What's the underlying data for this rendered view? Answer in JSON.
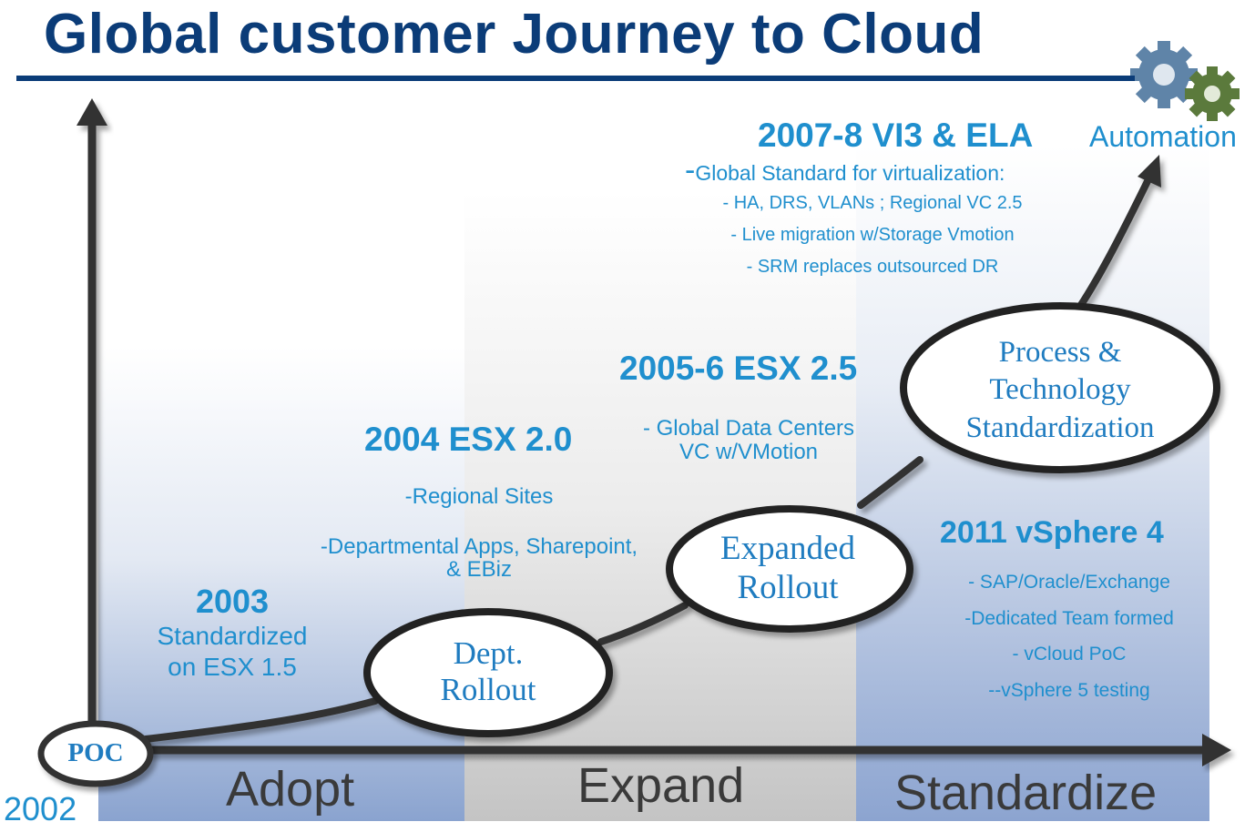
{
  "title": "Global customer Journey to Cloud",
  "phases": {
    "adopt": "Adopt",
    "expand": "Expand",
    "standardize": "Standardize"
  },
  "start_year": "2002",
  "automation": "Automation",
  "stages": {
    "poc": "POC",
    "dept_line1": "Dept.",
    "dept_line2": "Rollout",
    "expanded_line1": "Expanded",
    "expanded_line2": "Rollout",
    "process_line1": "Process &",
    "process_line2": "Technology",
    "process_line3": "Standardization"
  },
  "milestones": {
    "m2003": {
      "heading": "2003",
      "line1": "Standardized",
      "line2": "on ESX 1.5"
    },
    "m2004": {
      "heading": "2004  ESX 2.0",
      "line1": "-Regional Sites",
      "line2": "-Departmental Apps, Sharepoint,",
      "line3": "& EBiz"
    },
    "m2005": {
      "heading": "2005-6  ESX 2.5",
      "line1": "- Global Data Centers",
      "line2": "VC w/VMotion"
    },
    "m2007": {
      "heading": "2007-8  VI3 & ELA",
      "dash": "-",
      "line1": "Global Standard for virtualization:",
      "line2": "- HA, DRS, VLANs ;   Regional VC 2.5",
      "line3": "-   Live migration w/Storage  Vmotion",
      "line4": "-   SRM replaces outsourced DR"
    },
    "m2011": {
      "heading": "2011 vSphere 4",
      "line1": "- SAP/Oracle/Exchange",
      "line2": "-Dedicated Team formed",
      "line3": "- vCloud PoC",
      "line4": "--vSphere 5 testing"
    }
  },
  "colors": {
    "title": "#0b3c78",
    "accent_text": "#1f8fce",
    "ellipse_text": "#1f7cc0",
    "axis": "#333333"
  },
  "icons": [
    "gears-icon"
  ]
}
